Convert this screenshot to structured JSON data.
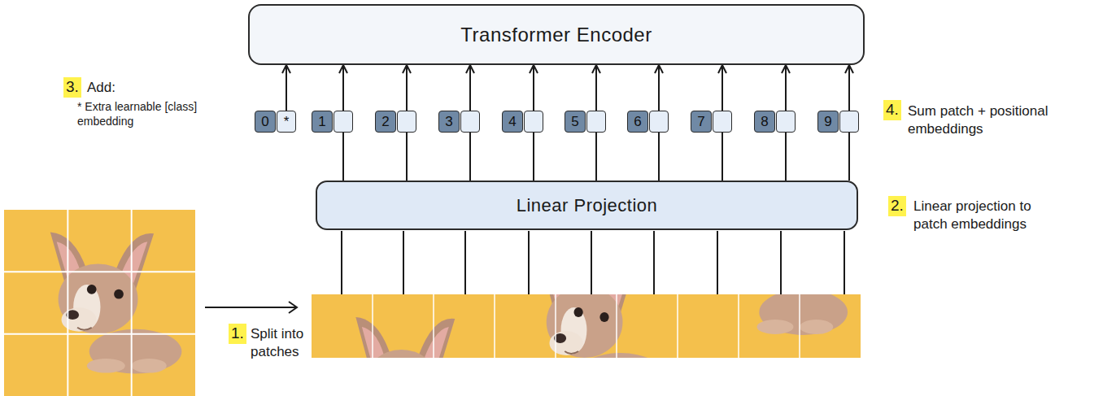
{
  "diagram": {
    "nodes": [
      {
        "text": [
          "Transformer Encoder"
        ]
      },
      {
        "text": [
          "0",
          "*"
        ]
      },
      {
        "text": [
          "1"
        ]
      },
      {
        "text": [
          "2"
        ]
      },
      {
        "text": [
          "3"
        ]
      },
      {
        "text": [
          "4"
        ]
      },
      {
        "text": [
          "5"
        ]
      },
      {
        "text": [
          "6"
        ]
      },
      {
        "text": [
          "7"
        ]
      },
      {
        "text": [
          "8"
        ]
      },
      {
        "text": [
          "9"
        ]
      },
      {
        "text": [
          "Linear Projection"
        ]
      }
    ],
    "edges": [
      {
        "from": 1,
        "to": 0,
        "arrow": "to"
      },
      {
        "from": 2,
        "to": 0,
        "arrow": "to"
      },
      {
        "from": 3,
        "to": 0,
        "arrow": "to"
      },
      {
        "from": 4,
        "to": 0,
        "arrow": "to"
      },
      {
        "from": 5,
        "to": 0,
        "arrow": "to"
      },
      {
        "from": 6,
        "to": 0,
        "arrow": "to"
      },
      {
        "from": 7,
        "to": 0,
        "arrow": "to"
      },
      {
        "from": 8,
        "to": 0,
        "arrow": "to"
      },
      {
        "from": 9,
        "to": 0,
        "arrow": "to"
      },
      {
        "from": 10,
        "to": 0,
        "arrow": "to"
      },
      {
        "from": 11,
        "to": 2,
        "arrow": "none"
      },
      {
        "from": 11,
        "to": 3,
        "arrow": "none"
      },
      {
        "from": 11,
        "to": 4,
        "arrow": "none"
      },
      {
        "from": 11,
        "to": 5,
        "arrow": "none"
      },
      {
        "from": 11,
        "to": 6,
        "arrow": "none"
      },
      {
        "from": 11,
        "to": 7,
        "arrow": "none"
      },
      {
        "from": 11,
        "to": 8,
        "arrow": "none"
      },
      {
        "from": 11,
        "to": 9,
        "arrow": "none"
      },
      {
        "from": 11,
        "to": 10,
        "arrow": "none"
      }
    ],
    "labels": [
      "3.",
      "Add:",
      "* Extra learnable [class] embedding",
      "4.",
      "Sum patch + positional embeddings",
      "2.",
      "Linear projection to patch embeddings",
      "1.",
      "Split into patches"
    ]
  }
}
